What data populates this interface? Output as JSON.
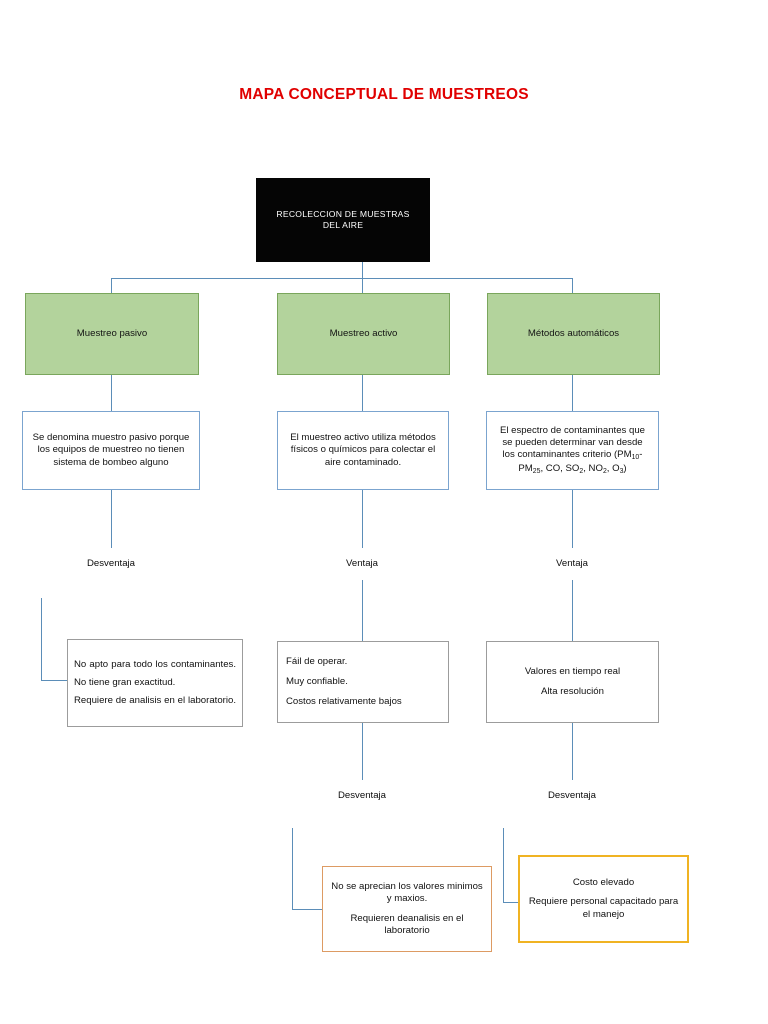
{
  "title": "MAPA CONCEPTUAL DE MUESTREOS",
  "colors": {
    "title": "#e00000",
    "root_fill": "#050505",
    "green_fill": "#b3d39c",
    "green_border": "#7aa65c",
    "blue_border": "#7ba4cf",
    "gray_border": "#9c9c9c",
    "orange_border": "#dd9b63",
    "gold_border": "#f0b323",
    "connector": "#5b8db8"
  },
  "root": {
    "line1": "RECOLECCION DE MUESTRAS",
    "line2": "DEL AIRE"
  },
  "branches": [
    {
      "name": "Muestreo pasivo",
      "description": "Se denomina muestro pasivo porque los equipos de muestreo no tienen sistema de bombeo alguno",
      "label1": "Desventaja",
      "detail1": [
        "No apto para todo los contaminantes.",
        "No tiene gran exactitud.",
        "Requiere de analisis en el laboratorio."
      ],
      "label2": "",
      "detail2": []
    },
    {
      "name": "Muestreo activo",
      "description": "El muestreo activo utiliza métodos físicos o químicos para colectar el aire contaminado.",
      "label1": "Ventaja",
      "detail1": [
        "Fáil de operar.",
        "Muy confiable.",
        "Costos relativamente bajos"
      ],
      "label2": "Desventaja",
      "detail2": [
        "No se aprecian los valores minimos y maxios.",
        "Requieren deanalisis  en el laboratorio"
      ]
    },
    {
      "name": "Métodos automáticos",
      "description_pre": "El espectro de contaminantes que se pueden determinar van desde los contaminantes criterio",
      "description_formula": "(PM10-PM25, CO, SO2, NO2, O3)",
      "label1": "Ventaja",
      "detail1": [
        "Valores en tiempo real",
        "Alta resolución"
      ],
      "label2": "Desventaja",
      "detail2": [
        "Costo elevado",
        "Requiere personal capacitado para el manejo"
      ]
    }
  ]
}
